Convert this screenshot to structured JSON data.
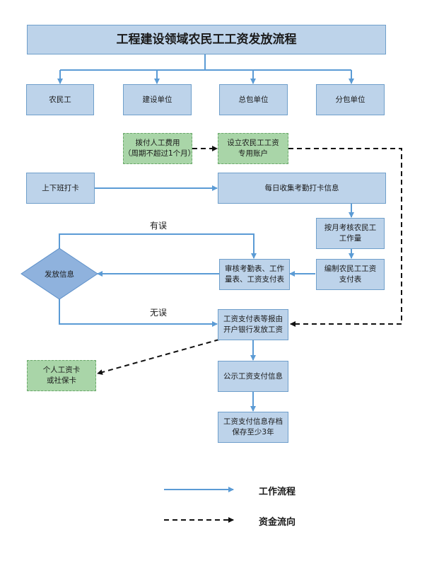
{
  "title": "工程建设领域农民工工资发放流程",
  "parties": [
    "农民工",
    "建设单位",
    "总包单位",
    "分包单位"
  ],
  "nodes": {
    "fund_allocation": "拨付人工费用\n（周期不超过1个月）",
    "special_account": "设立农民工工资\n专用账户",
    "clock_in": "上下班打卡",
    "daily_attendance": "每日收集考勤打卡信息",
    "monthly_review": "按月考核农民工\n工作量",
    "compile_payroll": "编制农民工工资\n支付表",
    "audit_tables": "审核考勤表、工作\n量表、工资支付表",
    "payout_decision": "发放信息",
    "bank_submit": "工资支付表等报由\n开户银行发放工资",
    "wage_card": "个人工资卡\n或社保卡",
    "publish_info": "公示工资支付信息",
    "archive_info": "工资支付信息存档\n保存至少3年"
  },
  "edge_labels": {
    "has_error": "有误",
    "no_error": "无误"
  },
  "legend": {
    "work_flow": "工作流程",
    "fund_flow": "资金流向"
  },
  "colors": {
    "box_fill": "#bdd3ea",
    "box_border": "#6f9fcb",
    "green_fill": "#a9d5a8",
    "arrow_blue": "#5b9bd5",
    "dashed_black": "#111111"
  }
}
